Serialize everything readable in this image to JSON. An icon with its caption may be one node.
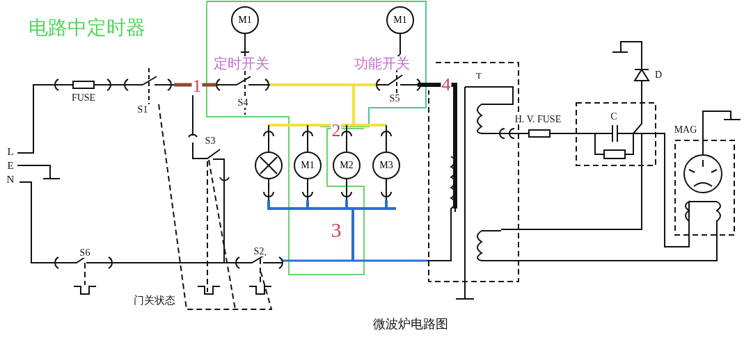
{
  "diagram": {
    "title": "电路中定时器",
    "caption": "微波炉电路图",
    "nodes": [
      {
        "text": [
          "M1"
        ]
      },
      {
        "text": [
          "M1"
        ]
      },
      {
        "text": [],
        "shape": "circle"
      },
      {
        "text": [
          "M1"
        ]
      },
      {
        "text": [
          "M2"
        ]
      },
      {
        "text": [
          "M3"
        ]
      }
    ],
    "labels": [
      "定时开关",
      "功能开关",
      "FUSE",
      "S1",
      "1",
      "S4",
      "S5",
      "4",
      "T",
      "L",
      "E",
      "N",
      "S3",
      "2",
      "H. V. FUSE",
      "C",
      "D",
      "MAG",
      "3",
      "S6",
      "S2",
      "门关状态"
    ]
  }
}
